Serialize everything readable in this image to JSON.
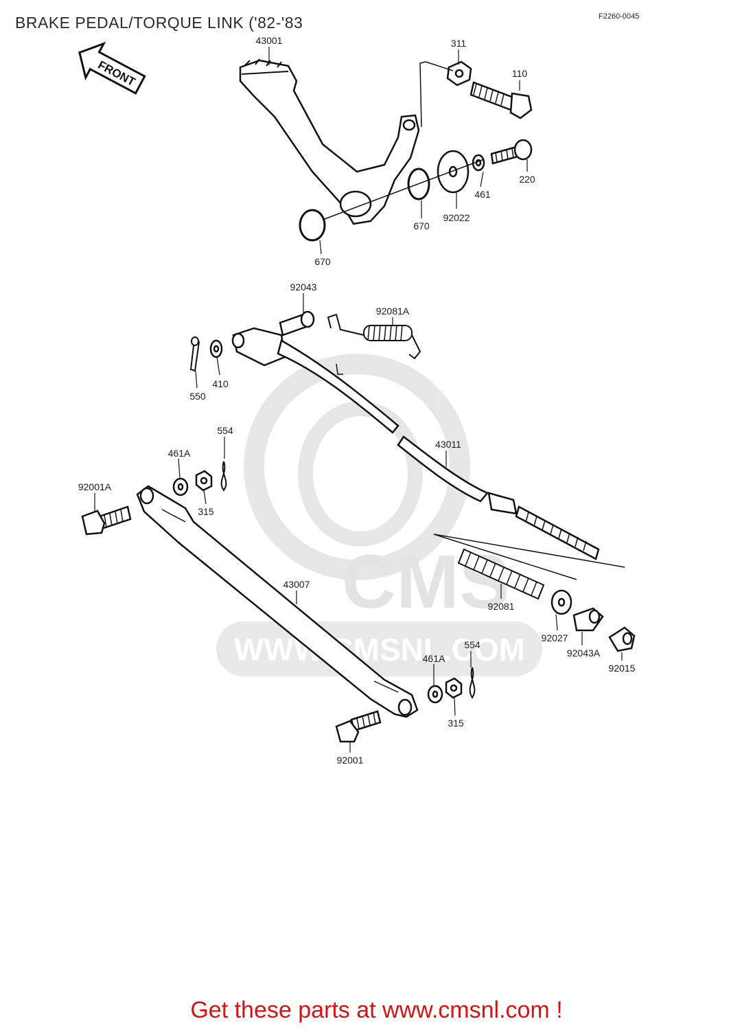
{
  "header": {
    "title": "BRAKE PEDAL/TORQUE LINK ('82-'83",
    "diagram_code": "F2260-0045"
  },
  "front_arrow": {
    "label": "FRONT"
  },
  "watermark": {
    "logo": "CMS",
    "url": "WWW.CMSNL.COM"
  },
  "callouts": {
    "c43001": "43001",
    "c311": "311",
    "c110": "110",
    "c220": "220",
    "c461": "461",
    "c92022": "92022",
    "c670a": "670",
    "c670b": "670",
    "c92043": "92043",
    "c92081A": "92081A",
    "c410": "410",
    "c550": "550",
    "c554a": "554",
    "c461Aa": "461A",
    "c315a": "315",
    "c92001A": "92001A",
    "c43011": "43011",
    "c43007": "43007",
    "c92081": "92081",
    "c92027": "92027",
    "c92043A": "92043A",
    "c92015": "92015",
    "c554b": "554",
    "c461Ab": "461A",
    "c315b": "315",
    "c92001": "92001"
  },
  "footer": {
    "cta": "Get these parts at www.cmsnl.com !"
  }
}
